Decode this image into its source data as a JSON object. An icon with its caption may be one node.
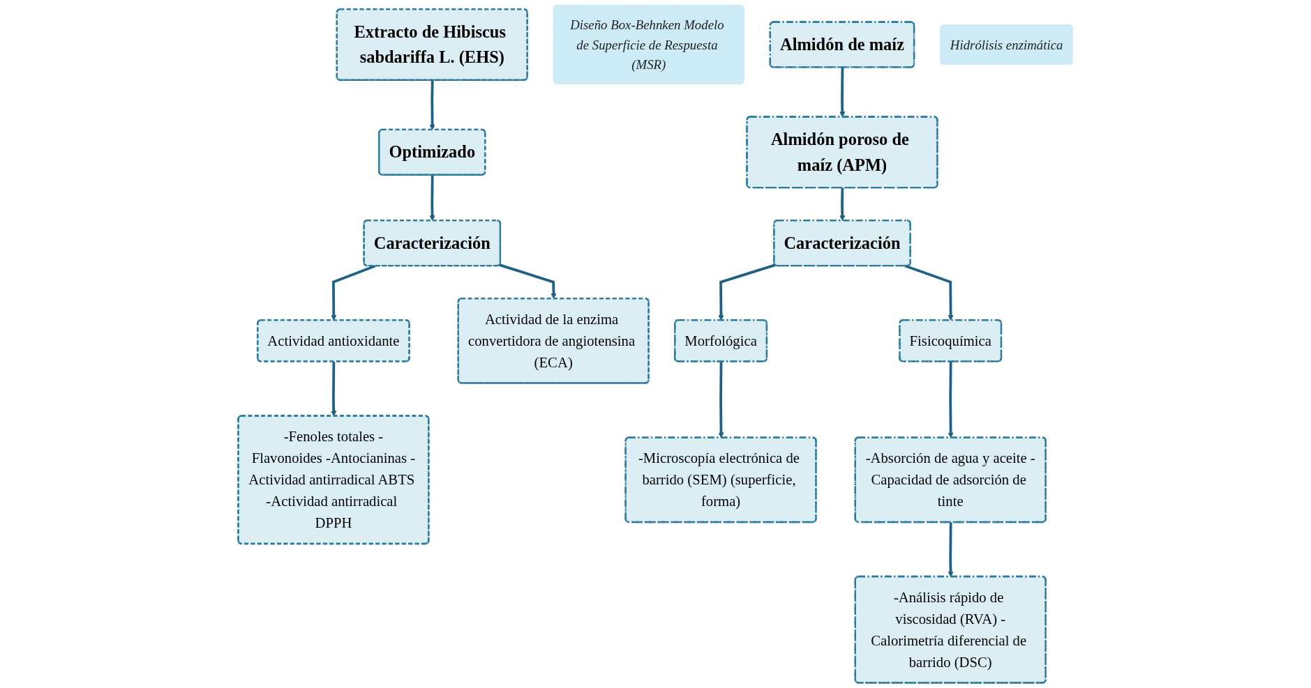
{
  "diagram": {
    "nodes": [
      {
        "text": [
          "Extracto de Hibiscus sabdariffa L. (EHS)"
        ]
      },
      {
        "text": [
          "Optimizado"
        ]
      },
      {
        "text": [
          "Diseño Box-Behnken Modelo de Superficie de Respuesta (MSR)"
        ]
      },
      {
        "text": [
          "Caracterización"
        ]
      },
      {
        "text": [
          "Actividad antioxidante"
        ]
      },
      {
        "text": [
          "Actividad de la enzima convertidora de angiotensina (ECA)"
        ]
      },
      {
        "text": [
          "-Fenoles totales -Flavonoides -Antocianinas -Actividad antirradical ABTS -Actividad antirradical DPPH"
        ]
      },
      {
        "text": [
          "Almidón de maíz"
        ]
      },
      {
        "text": [
          "Almidón poroso de maíz (APM)"
        ]
      },
      {
        "text": [
          "Hidrólisis enzimática"
        ]
      },
      {
        "text": [
          "Caracterización"
        ]
      },
      {
        "text": [
          "Morfológica"
        ]
      },
      {
        "text": [
          "Fisicoquímica"
        ]
      },
      {
        "text": [
          "-Microscopía electrónica de barrido (SEM) (superficie, forma)"
        ]
      },
      {
        "text": [
          "-Absorción de agua y aceite -Capacidad de adsorción de tinte"
        ]
      },
      {
        "text": [
          "-Análisis rápido de viscosidad (RVA) -Calorimetría diferencial de barrido (DSC)"
        ]
      }
    ],
    "edges": [
      {
        "from": 0,
        "to": 1,
        "arrow": "to"
      },
      {
        "from": 1,
        "to": 3,
        "arrow": "to"
      },
      {
        "from": 3,
        "to": 4,
        "arrow": "to"
      },
      {
        "from": 3,
        "to": 5,
        "arrow": "to"
      },
      {
        "from": 4,
        "to": 6,
        "arrow": "to"
      },
      {
        "from": 7,
        "to": 8,
        "arrow": "to"
      },
      {
        "from": 8,
        "to": 10,
        "arrow": "to"
      },
      {
        "from": 10,
        "to": 11,
        "arrow": "to"
      },
      {
        "from": 10,
        "to": 12,
        "arrow": "to"
      },
      {
        "from": 11,
        "to": 13,
        "arrow": "to"
      },
      {
        "from": 12,
        "to": 14,
        "arrow": "to"
      },
      {
        "from": 14,
        "to": 15,
        "arrow": "to"
      }
    ]
  }
}
